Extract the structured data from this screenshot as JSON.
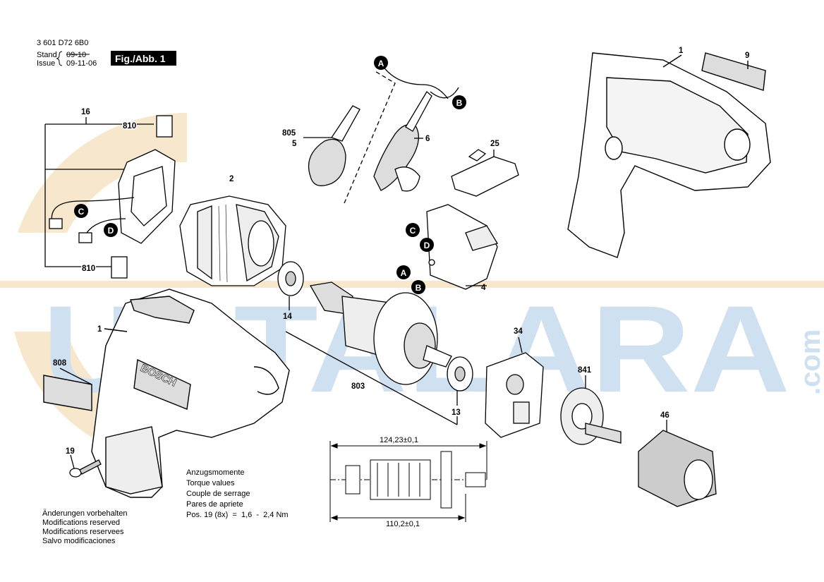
{
  "header": {
    "doc_number": "3 601 D72 6B0",
    "stand_label": "Stand",
    "stand_date": "09-10",
    "issue_label": "Issue",
    "issue_date": "09-11-06",
    "figure_badge": "Fig./Abb. 1"
  },
  "watermark": {
    "text": "USTALARA",
    "suffix": ".com",
    "colors": {
      "blue": "#c9dcef",
      "orange": "#f4dfb8"
    }
  },
  "parts": [
    {
      "id": "p16",
      "label": "16"
    },
    {
      "id": "p810a",
      "label": "810"
    },
    {
      "id": "p810b",
      "label": "810"
    },
    {
      "id": "p2",
      "label": "2"
    },
    {
      "id": "p805",
      "label": "805"
    },
    {
      "id": "p5",
      "label": "5"
    },
    {
      "id": "p6",
      "label": "6"
    },
    {
      "id": "p1a",
      "label": "1"
    },
    {
      "id": "p9",
      "label": "9"
    },
    {
      "id": "p25",
      "label": "25"
    },
    {
      "id": "p4",
      "label": "4"
    },
    {
      "id": "p14",
      "label": "14"
    },
    {
      "id": "p1b",
      "label": "1"
    },
    {
      "id": "p808",
      "label": "808"
    },
    {
      "id": "p803",
      "label": "803"
    },
    {
      "id": "p13",
      "label": "13"
    },
    {
      "id": "p34",
      "label": "34"
    },
    {
      "id": "p841",
      "label": "841"
    },
    {
      "id": "p46",
      "label": "46"
    },
    {
      "id": "p19",
      "label": "19"
    }
  ],
  "connectors": [
    "A",
    "B",
    "C",
    "D",
    "C",
    "D",
    "A",
    "B"
  ],
  "dimensions": {
    "top": "124,23±0,1",
    "bottom": "110,2±0,1"
  },
  "torque": {
    "lines": [
      "Anzugsmomente",
      "Torque values",
      "Couple de serrage",
      "Pares de apriete"
    ],
    "spec": "Pos. 19 (8x)  =  1,6  -  2,4 Nm"
  },
  "notice": {
    "lines": [
      "Änderungen vorbehalten",
      "Modifications reserved",
      "Modifications reservees",
      "Salvo modificaciones"
    ]
  },
  "brand_on_housing": "BOSCH"
}
